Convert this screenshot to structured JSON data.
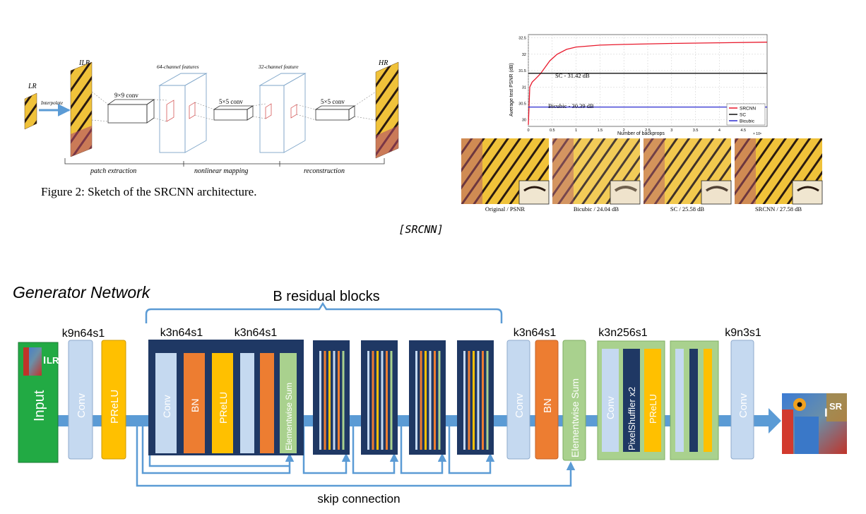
{
  "srcnn": {
    "labels": {
      "lr": "LR",
      "ilr": "ILR",
      "interpolate": "Interpolate",
      "f64": "64-channel features",
      "f32": "32-channel feature",
      "hr": "HR",
      "conv1": "9×9 conv",
      "conv2": "5×5 conv",
      "conv3": "5×5 conv",
      "patch": "patch extraction",
      "nonlinear": "nonlinear mapping",
      "recon": "reconstruction"
    },
    "caption": "Figure 2: Sketch of the SRCNN architecture.",
    "tag": "[SRCNN]"
  },
  "psnr_chart": {
    "ylabel": "Average test PSNR (dB)",
    "xlabel": "Number of backprops",
    "x_exp": "× 10⁸",
    "sc_label": "SC - 31.42 dB",
    "bicubic_label": "Bicubic - 30.39 dB",
    "legend": [
      "SRCNN",
      "SC",
      "Bicubic"
    ],
    "colors": {
      "srcnn": "#e8192c",
      "sc": "#111111",
      "bicubic": "#2a2ad0"
    }
  },
  "chart_data": {
    "type": "line",
    "title": "",
    "xlabel": "Number of backprops",
    "ylabel": "Average test PSNR (dB)",
    "xlim": [
      0,
      5
    ],
    "ylim": [
      29.8,
      32.6
    ],
    "x_ticks": [
      "0",
      "0.5",
      "1",
      "1.5",
      "2",
      "2.5",
      "3",
      "3.5",
      "4",
      "4.5"
    ],
    "y_ticks": [
      "30",
      "30.5",
      "31",
      "31.5",
      "32",
      "32.5"
    ],
    "series": [
      {
        "name": "SRCNN",
        "x": [
          0,
          0.03,
          0.08,
          0.15,
          0.25,
          0.35,
          0.45,
          0.6,
          0.8,
          1.0,
          1.5,
          2.0,
          3.0,
          4.0,
          5.0
        ],
        "y": [
          29.85,
          31.0,
          31.15,
          31.25,
          31.4,
          31.6,
          31.8,
          32.0,
          32.15,
          32.22,
          32.28,
          32.3,
          32.33,
          32.35,
          32.37
        ]
      },
      {
        "name": "SC",
        "x": [
          0,
          5
        ],
        "y": [
          31.42,
          31.42
        ]
      },
      {
        "name": "Bicubic",
        "x": [
          0,
          5
        ],
        "y": [
          30.39,
          30.39
        ]
      }
    ],
    "legend_position": "bottom-right",
    "grid": true
  },
  "butterflies": {
    "captions": [
      "Original / PSNR",
      "Bicubic / 24.04 dB",
      "SC / 25.58 dB",
      "SRCNN / 27.58 dB"
    ]
  },
  "generator": {
    "title": "Generator Network",
    "residual_label": "B residual blocks",
    "skip_label": "skip connection",
    "input": "Input",
    "ilr": "I",
    "ilr_sub": "LR",
    "isr": "I",
    "isr_sub": "SR",
    "k_labels": [
      "k9n64s1",
      "k3n64s1",
      "k3n64s1",
      "k3n64s1",
      "k3n256s1",
      "k9n3s1"
    ],
    "blocks": {
      "conv": "Conv",
      "prelu": "PReLU",
      "bn": "BN",
      "elementwise": "Elementwise Sum",
      "pixelshuffler": "PixelShuffler x2"
    },
    "colors": {
      "conv": "#c5d9f0",
      "prelu": "#ffc000",
      "bn": "#ed7d31",
      "elem": "#a9d18e",
      "dark": "#1f3864",
      "input": "#22aa44",
      "arrow": "#5b9bd5"
    }
  }
}
